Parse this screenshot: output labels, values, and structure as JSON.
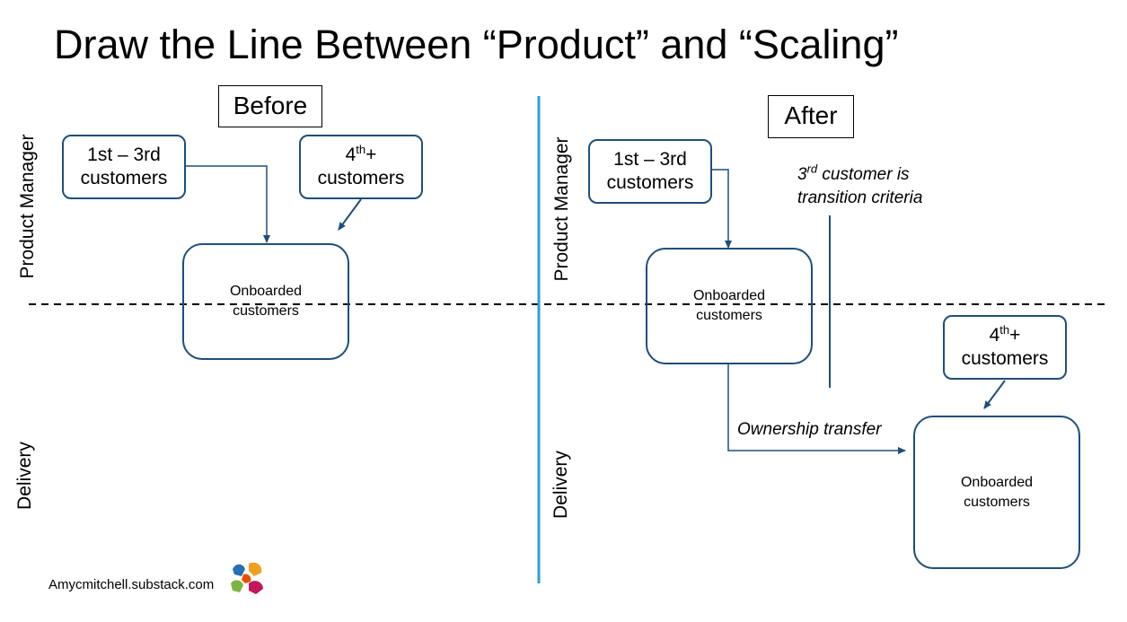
{
  "title": "Draw the Line Between “Product” and “Scaling”",
  "before": {
    "label": "Before",
    "lane_top": "Product Manager",
    "lane_bottom": "Delivery",
    "first_customers": {
      "line1": "1st – 3rd",
      "line2": "customers"
    },
    "later_customers": {
      "base": "4",
      "sup": "th",
      "suffix": "+",
      "line2": "customers"
    },
    "onboarded": {
      "line1": "Onboarded",
      "line2": "customers"
    }
  },
  "after": {
    "label": "After",
    "lane_top": "Product Manager",
    "lane_bottom": "Delivery",
    "first_customers": {
      "line1": "1st – 3rd",
      "line2": "customers"
    },
    "later_customers": {
      "base": "4",
      "sup": "th",
      "suffix": "+",
      "line2": "customers"
    },
    "onboarded_pm": {
      "line1": "Onboarded",
      "line2": "customers"
    },
    "onboarded_delivery": {
      "line1": "Onboarded",
      "line2": "customers"
    },
    "transition_note": {
      "base": "3",
      "sup": "rd",
      "rest": " customer is",
      "line2": "transition criteria"
    },
    "ownership_transfer": "Ownership transfer"
  },
  "footer": {
    "site": "Amycmitchell.substack.com",
    "logo_icon": "hands-logo-icon"
  },
  "colors": {
    "box_border": "#1f4e79",
    "divider": "#2e9fd0",
    "dashed_line": "#000000"
  }
}
